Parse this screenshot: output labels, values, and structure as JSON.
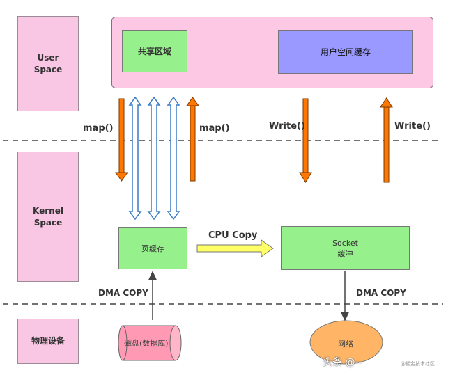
{
  "layers": {
    "user": [
      "User",
      "Space"
    ],
    "kernel": [
      "Kernel",
      "Space"
    ],
    "physical": "物理设备"
  },
  "user_space": {
    "shared_region": "共享区域",
    "user_buffer": "用户空间缓存"
  },
  "kernel_space": {
    "page_cache": "页缓存",
    "socket_buffer": [
      "Socket",
      "缓冲"
    ]
  },
  "devices": {
    "disk": "磁盘(数据库)",
    "network": "网络"
  },
  "labels": {
    "map_left": "map()",
    "map_right": "map()",
    "write_left": "Write()",
    "write_right": "Write()",
    "cpu_copy": "CPU Copy",
    "dma_left": "DMA COPY",
    "dma_right": "DMA COPY"
  },
  "watermark": {
    "main": "头条 @--",
    "sub": "@掘金技术社区"
  },
  "colors": {
    "side_pink": "#f9c6e4",
    "user_region": "#fcc8e4",
    "green": "#96f08c",
    "purple": "#9999ff",
    "orange": "#ff7700",
    "blue_outline": "#3c7cc4",
    "yellow": "#ffff66",
    "network_orange": "#ffb565",
    "disk_pink": "#ff99b4"
  }
}
